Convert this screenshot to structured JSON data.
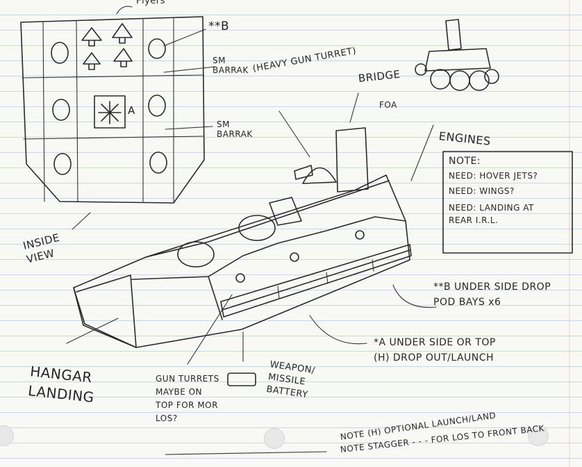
{
  "labels": {
    "flyers": "Flyers",
    "star_b": "**B",
    "sm_barrak_1": "SM BARRAK",
    "heavy_gun": "(HEAVY GUN TURRET)",
    "star_a_mark": "A",
    "sm_barrak_2": "SM BARRAK",
    "bridge": "BRIDGE",
    "foa": "FOA",
    "engines": "ENGINES",
    "inside_view": "INSIDE VIEW",
    "hangar_landing": "HANGAR LANDING",
    "gun_turrets": "GUN TURRETS MAYBE ON TOP FOR MOR LOS?",
    "weapon_missile": "WEAPON/ MISSILE BATTERY",
    "b_underside": "**B UNDER SIDE DROP POD BAYS x6",
    "a_underside": "*A UNDER SIDE OR TOP (H) DROP OUT/LAUNCH",
    "note_h": "NOTE (H) OPTIONAL LAUNCH/LAND",
    "note_stagger": "NOTE STAGGER - - - FOR LOS TO FRONT BACK"
  },
  "note_box": {
    "title": "NOTE:",
    "lines": [
      "NEED: HOVER JETS?",
      "NEED: WINGS?",
      "NEED: LANDING AT REAR I.R.L."
    ]
  }
}
